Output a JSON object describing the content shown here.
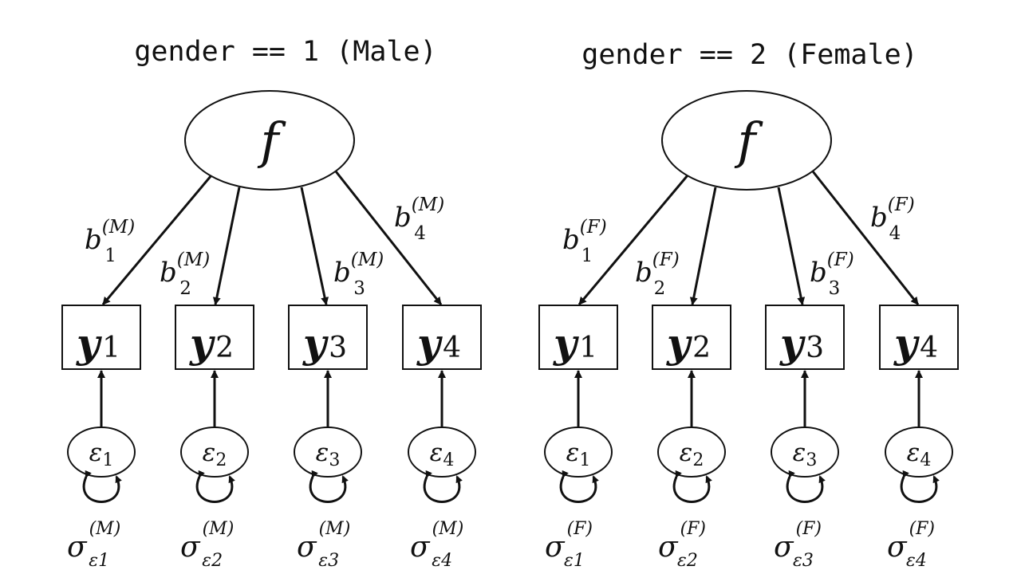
{
  "groups": [
    {
      "title": "gender == 1 (Male)",
      "factor": "f",
      "loading_symbol": "b",
      "group_sup": "(M)",
      "indicators": [
        {
          "var": "y",
          "index": "1",
          "loading_sub": "1",
          "error": "ε",
          "error_sub": "1",
          "variance_symbol": "σ",
          "variance_sub": "ε1"
        },
        {
          "var": "y",
          "index": "2",
          "loading_sub": "2",
          "error": "ε",
          "error_sub": "2",
          "variance_symbol": "σ",
          "variance_sub": "ε2"
        },
        {
          "var": "y",
          "index": "3",
          "loading_sub": "3",
          "error": "ε",
          "error_sub": "3",
          "variance_symbol": "σ",
          "variance_sub": "ε3"
        },
        {
          "var": "y",
          "index": "4",
          "loading_sub": "4",
          "error": "ε",
          "error_sub": "4",
          "variance_symbol": "σ",
          "variance_sub": "ε4"
        }
      ]
    },
    {
      "title": "gender == 2 (Female)",
      "factor": "f",
      "loading_symbol": "b",
      "group_sup": "(F)",
      "indicators": [
        {
          "var": "y",
          "index": "1",
          "loading_sub": "1",
          "error": "ε",
          "error_sub": "1",
          "variance_symbol": "σ",
          "variance_sub": "ε1"
        },
        {
          "var": "y",
          "index": "2",
          "loading_sub": "2",
          "error": "ε",
          "error_sub": "2",
          "variance_symbol": "σ",
          "variance_sub": "ε2"
        },
        {
          "var": "y",
          "index": "3",
          "loading_sub": "3",
          "error": "ε",
          "error_sub": "3",
          "variance_symbol": "σ",
          "variance_sub": "ε3"
        },
        {
          "var": "y",
          "index": "4",
          "loading_sub": "4",
          "error": "ε",
          "error_sub": "4",
          "variance_symbol": "σ",
          "variance_sub": "ε4"
        }
      ]
    }
  ]
}
